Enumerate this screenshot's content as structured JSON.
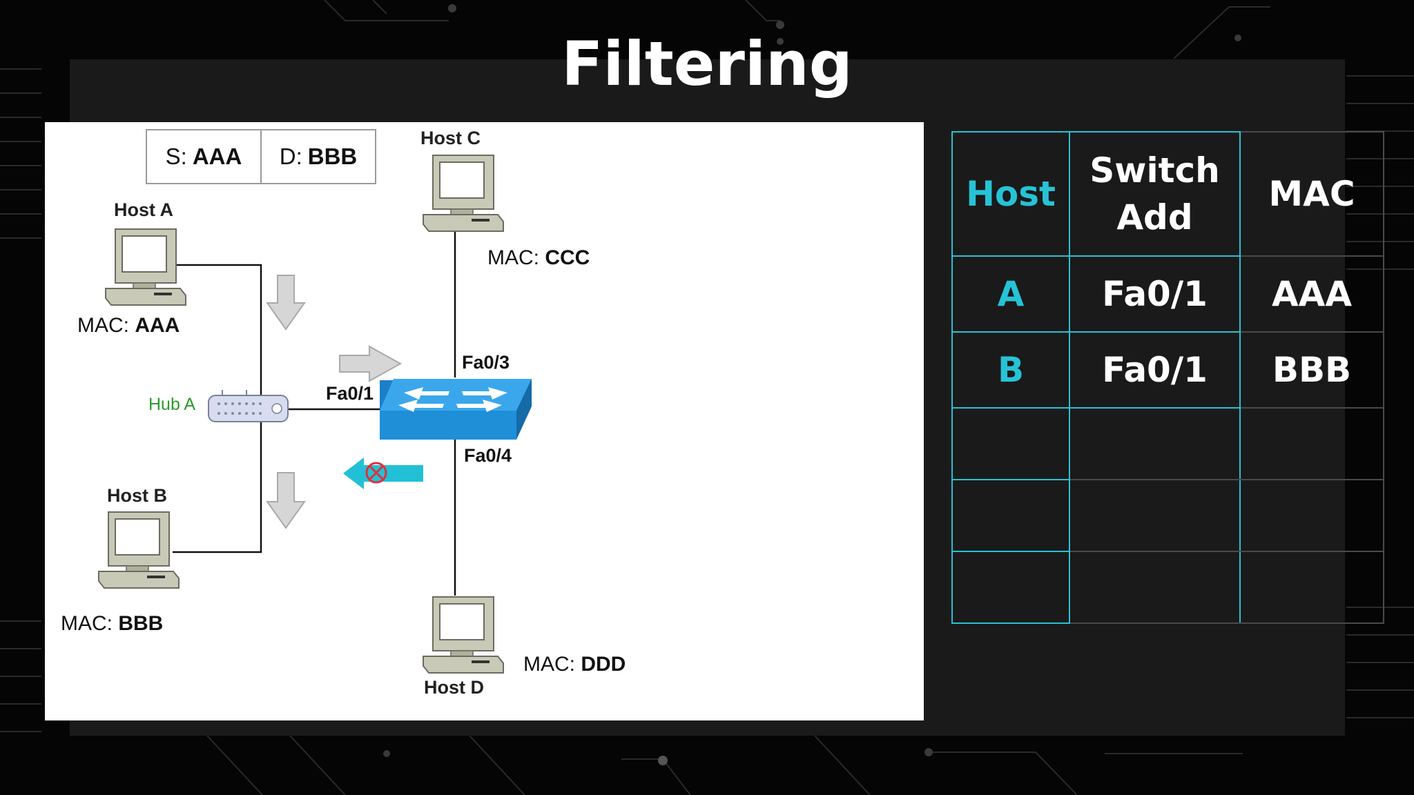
{
  "slide": {
    "title": "Filtering"
  },
  "diagram": {
    "frame": {
      "source_prefix": "S:",
      "source_mac": "AAA",
      "dest_prefix": "D:",
      "dest_mac": "BBB"
    },
    "mac_prefix": "MAC:",
    "hosts": {
      "a": {
        "name": "Host A",
        "mac": "AAA"
      },
      "b": {
        "name": "Host B",
        "mac": "BBB"
      },
      "c": {
        "name": "Host C",
        "mac": "CCC"
      },
      "d": {
        "name": "Host D",
        "mac": "DDD"
      }
    },
    "hub": {
      "name": "Hub A"
    },
    "switch_ports": {
      "fa01": "Fa0/1",
      "fa03": "Fa0/3",
      "fa04": "Fa0/4"
    },
    "colors": {
      "switch": "#1f8fd8",
      "hub_label": "#2d9a2d",
      "blocked_arrow": "#22c0d6",
      "blocked_symbol": "#e0303a"
    }
  },
  "mac_table": {
    "headers": {
      "host": "Host",
      "switch_add_line1": "Switch",
      "switch_add_line2": "Add",
      "mac": "MAC"
    },
    "rows": [
      {
        "host": "A",
        "port": "Fa0/1",
        "mac": "AAA"
      },
      {
        "host": "B",
        "port": "Fa0/1",
        "mac": "BBB"
      }
    ],
    "accent_color": "#26c3d6"
  }
}
